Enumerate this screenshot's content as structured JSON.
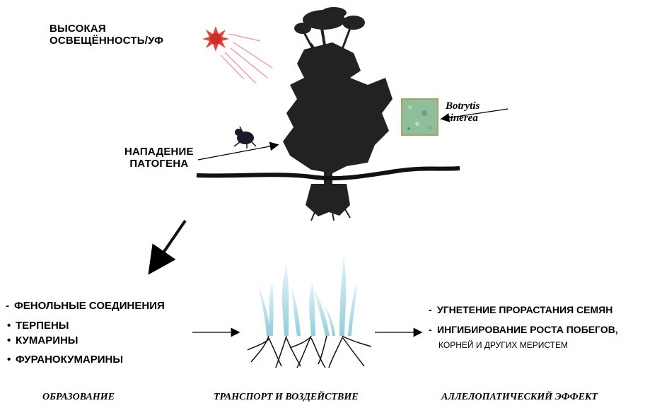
{
  "labels": {
    "high_light": [
      "ВЫСОКАЯ",
      "ОСВЕЩЁННОСТЬ/УФ"
    ],
    "pathogen_attack": [
      "НАПАДЕНИЕ",
      "ПАТОГЕНА"
    ],
    "botrytis": [
      "Botrytis",
      "cinerea"
    ]
  },
  "compounds": [
    "ФЕНОЛЬНЫЕ СОЕДИНЕНИЯ",
    "ТЕРПЕНЫ",
    "КУМАРИНЫ",
    "ФУРАНОКУМАРИНЫ"
  ],
  "effects": [
    "УГНЕТЕНИЕ ПРОРАСТАНИЯ СЕМЯН",
    "ИНГИБИРОВАНИЕ РОСТА ПОБЕГОВ,",
    "КОРНЕЙ И ДРУГИХ МЕРИСТЕМ"
  ],
  "stages": {
    "formation": "ОБРАЗОВАНИЕ",
    "transport": "ТРАНСПОРТ И ВОЗДЕЙСТВИЕ",
    "effect": "АЛЛЕЛОПАТИЧЕСКИЙ ЭФФЕКТ"
  },
  "colors": {
    "sun": "#e0483f",
    "rays": "#f0a0ae",
    "plant": "#222222",
    "seedling": "#bfe6ee",
    "fungus": "#8fbf9a"
  },
  "icons": [
    "sun-icon",
    "beetle-icon",
    "fungus-culture-icon",
    "plant-silhouette-icon",
    "seedlings-icon"
  ]
}
